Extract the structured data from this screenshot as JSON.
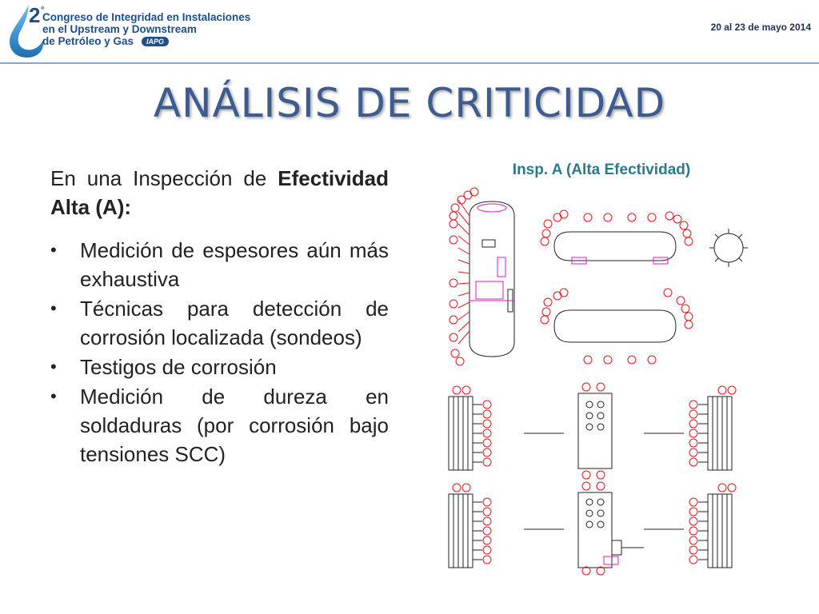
{
  "header": {
    "congress_lines": [
      "Congreso de Integridad en Instalaciones",
      "en el Upstream y Downstream",
      "de Petróleo y Gas"
    ],
    "badge": "IAPG",
    "date": "20 al 23 de mayo 2014"
  },
  "title": "ANÁLISIS DE CRITICIDAD",
  "content": {
    "intro_plain": "En una Inspección de ",
    "intro_bold": "Efectividad Alta (A):",
    "bullets": [
      "Medición de espesores aún más exhaustiva",
      "Técnicas para detección de corrosión localizada (sondeos)",
      "Testigos de corrosión",
      "Medición de dureza en soldaduras (por corrosión bajo tensiones SCC)"
    ]
  },
  "figure": {
    "label": "Insp. A (Alta Efectividad)"
  },
  "colors": {
    "brand_blue": "#1f4e8c",
    "title": "#3e5b8f",
    "figure_label": "#2a7a8a",
    "marker_red": "#e8141b",
    "weld_magenta": "#e316c8"
  }
}
